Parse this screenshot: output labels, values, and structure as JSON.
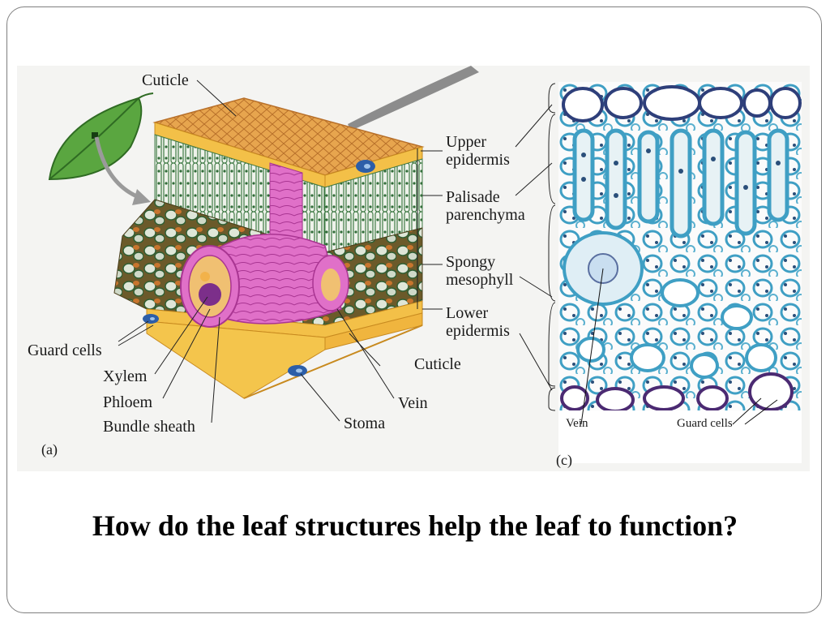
{
  "slide": {
    "question": "How do the leaf structures help the leaf to function?"
  },
  "figure": {
    "panel_a": {
      "tag": "(a)",
      "labels": {
        "cuticle_top": "Cuticle",
        "upper_epidermis": "Upper\nepidermis",
        "palisade": "Palisade\nparenchyma",
        "spongy": "Spongy\nmesophyll",
        "lower_epidermis": "Lower\nepidermis",
        "guard_cells": "Guard cells",
        "xylem": "Xylem",
        "phloem": "Phloem",
        "bundle_sheath": "Bundle sheath",
        "cuticle_bottom": "Cuticle",
        "vein": "Vein",
        "stoma": "Stoma"
      }
    },
    "panel_c": {
      "tag": "(c)",
      "labels": {
        "vein": "Vein",
        "guard_cells": "Guard cells"
      }
    }
  },
  "colors": {
    "cuticle": "#e9a34a",
    "epidermis": "#f3c048",
    "palisade": "#2f6b3a",
    "vein_pink": "#d957b8",
    "stain_blue": "#3f9fc4",
    "stain_purple": "#4b2a72"
  }
}
